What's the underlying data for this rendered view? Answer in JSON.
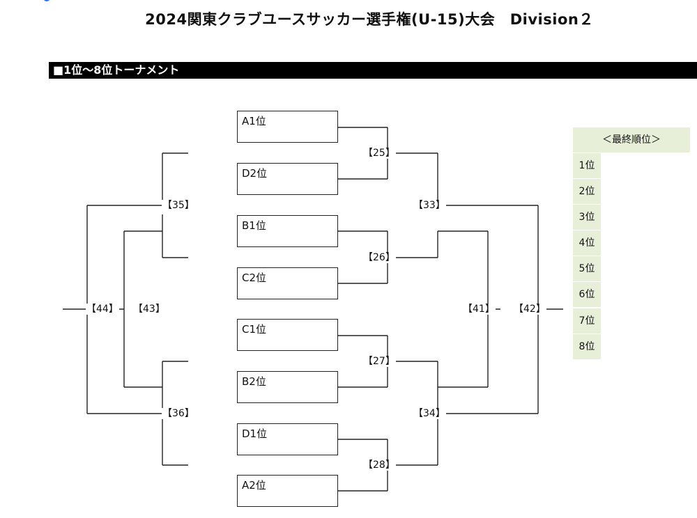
{
  "page_title": "2024関東クラブユースサッカー選手権(U-15)大会　Division２",
  "section_title": "■1位〜8位トーナメント",
  "seeds": [
    "A1位",
    "D2位",
    "B1位",
    "C2位",
    "C1位",
    "B2位",
    "D1位",
    "A2位"
  ],
  "matches": {
    "m25": "【25】",
    "m26": "【26】",
    "m27": "【27】",
    "m28": "【28】",
    "m33": "【33】",
    "m34": "【34】",
    "m35": "【35】",
    "m36": "【36】",
    "m41": "【41】",
    "m42": "【42】",
    "m43": "【43】",
    "m44": "【44】"
  },
  "ranking": {
    "header": "＜最終順位＞",
    "places": [
      "1位",
      "2位",
      "3位",
      "4位",
      "5位",
      "6位",
      "7位",
      "8位"
    ]
  }
}
